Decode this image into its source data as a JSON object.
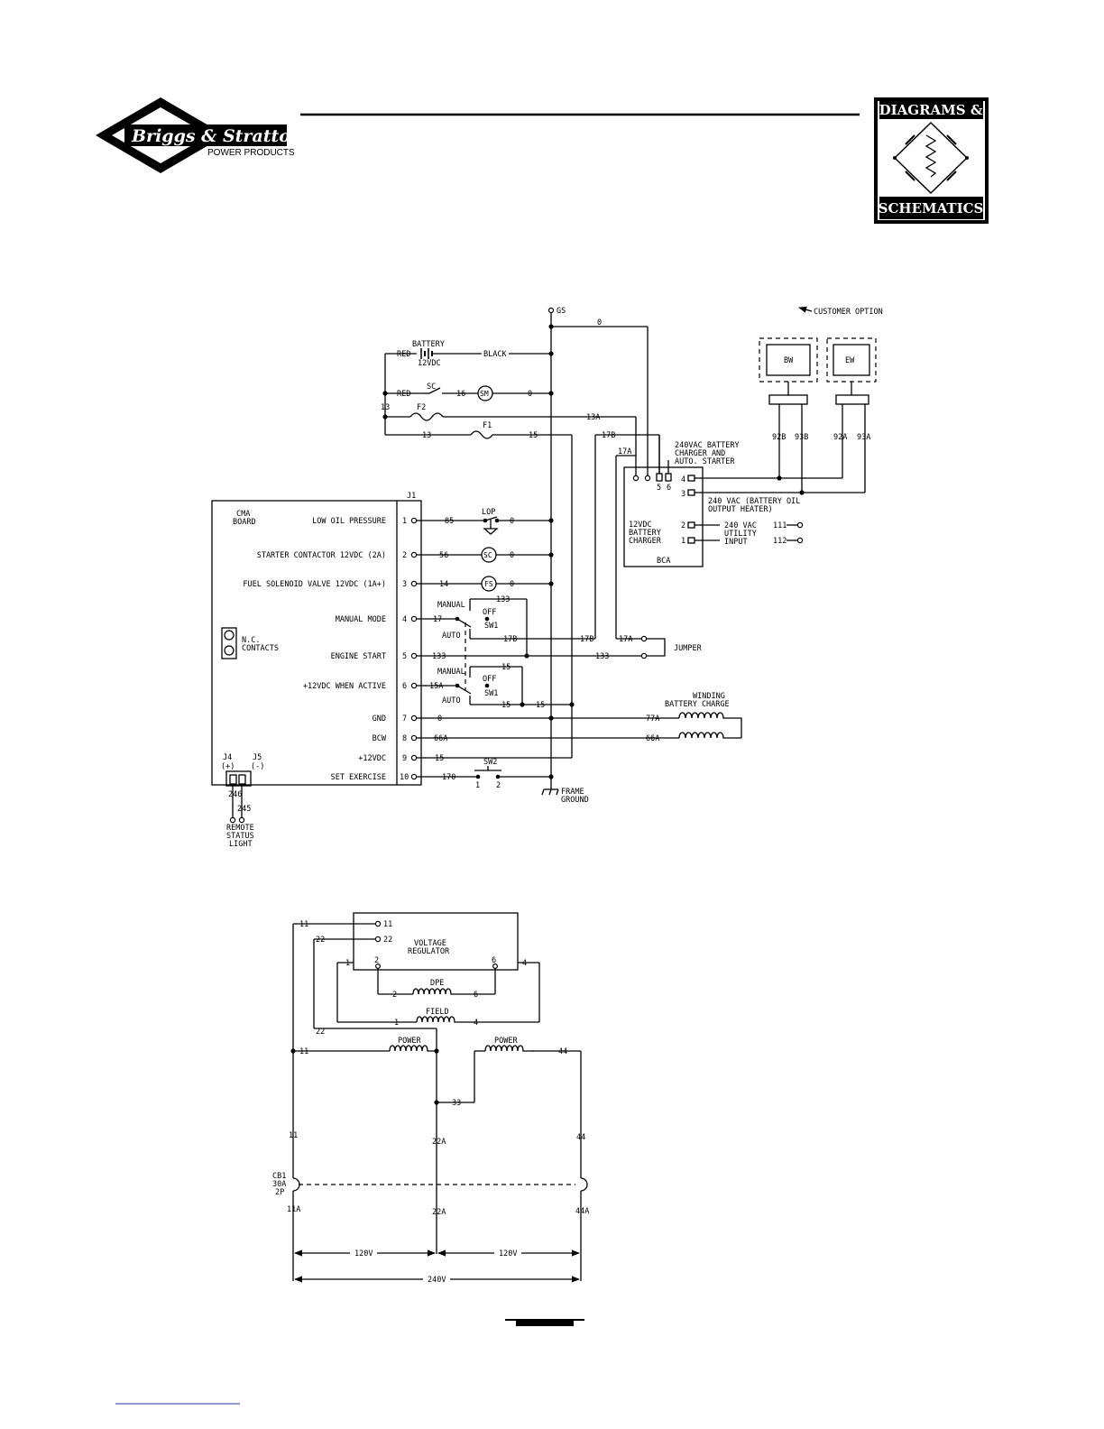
{
  "header": {
    "brand": "Briggs & Stratton",
    "brand_sub": "POWER PRODUCTS",
    "badge_top": "DIAGRAMS &",
    "badge_bottom": "SCHEMATICS"
  },
  "control": {
    "gs": "GS",
    "battery": "BATTERY",
    "battery_v": "12VDC",
    "red": "RED",
    "black": "BLACK",
    "sc": "SC",
    "sm": "SM",
    "f1": "F1",
    "f2": "F2",
    "w0": "0",
    "w13": "13",
    "w13a": "13A",
    "w15": "15",
    "w16": "16",
    "w17": "17",
    "w17a": "17A",
    "w17b": "17B",
    "w85": "85",
    "w56": "56",
    "w14": "14",
    "w15a": "15A",
    "w133": "133",
    "w66a": "66A",
    "w77a": "77A",
    "w170": "170",
    "w246": "246",
    "w245": "245",
    "w111": "111",
    "w112": "112",
    "w92b": "92B",
    "w93b": "93B",
    "w92a": "92A",
    "w93a": "93A",
    "customer_option": "CUSTOMER OPTION",
    "bw": "BW",
    "ew": "EW",
    "bca_title_1": "240VAC BATTERY",
    "bca_title_2": "CHARGER AND",
    "bca_title_3": "AUTO. STARTER",
    "bca_t5": "5",
    "bca_t6": "6",
    "bca_t4": "4",
    "bca_t3": "3",
    "bca_t2": "2",
    "bca_t1": "1",
    "bca_out_1": "240 VAC (BATTERY OIL",
    "bca_out_2": "OUTPUT  HEATER)",
    "bca_in_1": "240 VAC",
    "bca_in_2": "UTILITY",
    "bca_in_3": "INPUT",
    "bca_inner_1": "12VDC",
    "bca_inner_2": "BATTERY",
    "bca_inner_3": "CHARGER",
    "bca": "BCA",
    "cma_1": "CMA",
    "cma_2": "BOARD",
    "j1": "J1",
    "j1_labels": [
      "LOW OIL PRESSURE",
      "STARTER CONTACTOR 12VDC (2A)",
      "FUEL SOLENOID VALVE 12VDC (1A+)",
      "MANUAL MODE",
      "ENGINE START",
      "+12VDC WHEN ACTIVE",
      "GND",
      "BCW",
      "+12VDC",
      "SET EXERCISE"
    ],
    "j1_pins": [
      "1",
      "2",
      "3",
      "4",
      "5",
      "6",
      "7",
      "8",
      "9",
      "10"
    ],
    "nc_1": "N.C.",
    "nc_2": "CONTACTS",
    "lop": "LOP",
    "sc2": "SC",
    "fs": "FS",
    "manual": "MANUAL",
    "off": "OFF",
    "auto": "AUTO",
    "sw1": "SW1",
    "jumper": "JUMPER",
    "winding_1": "WINDING",
    "winding_2": "BATTERY CHARGE",
    "sw2": "SW2",
    "sw2_1": "1",
    "sw2_2": "2",
    "frame_1": "FRAME",
    "frame_2": "GROUND",
    "j4": "J4",
    "j4s": "(+)",
    "j5": "J5",
    "j5s": "(-)",
    "rsl_1": "REMOTE",
    "rsl_2": "STATUS",
    "rsl_3": "LIGHT"
  },
  "ac": {
    "vr_1": "VOLTAGE",
    "vr_2": "REGULATOR",
    "w11": "11",
    "w22": "22",
    "w2": "2",
    "w6": "6",
    "w1": "1",
    "w4": "4",
    "dpe": "DPE",
    "field": "FIELD",
    "power": "POWER",
    "w44": "44",
    "w33": "33",
    "w22a": "22A",
    "w11a": "11A",
    "w44a": "44A",
    "cb1_1": "CB1",
    "cb1_2": "30A",
    "cb1_3": "2P",
    "v120": "120V",
    "v240": "240V"
  }
}
